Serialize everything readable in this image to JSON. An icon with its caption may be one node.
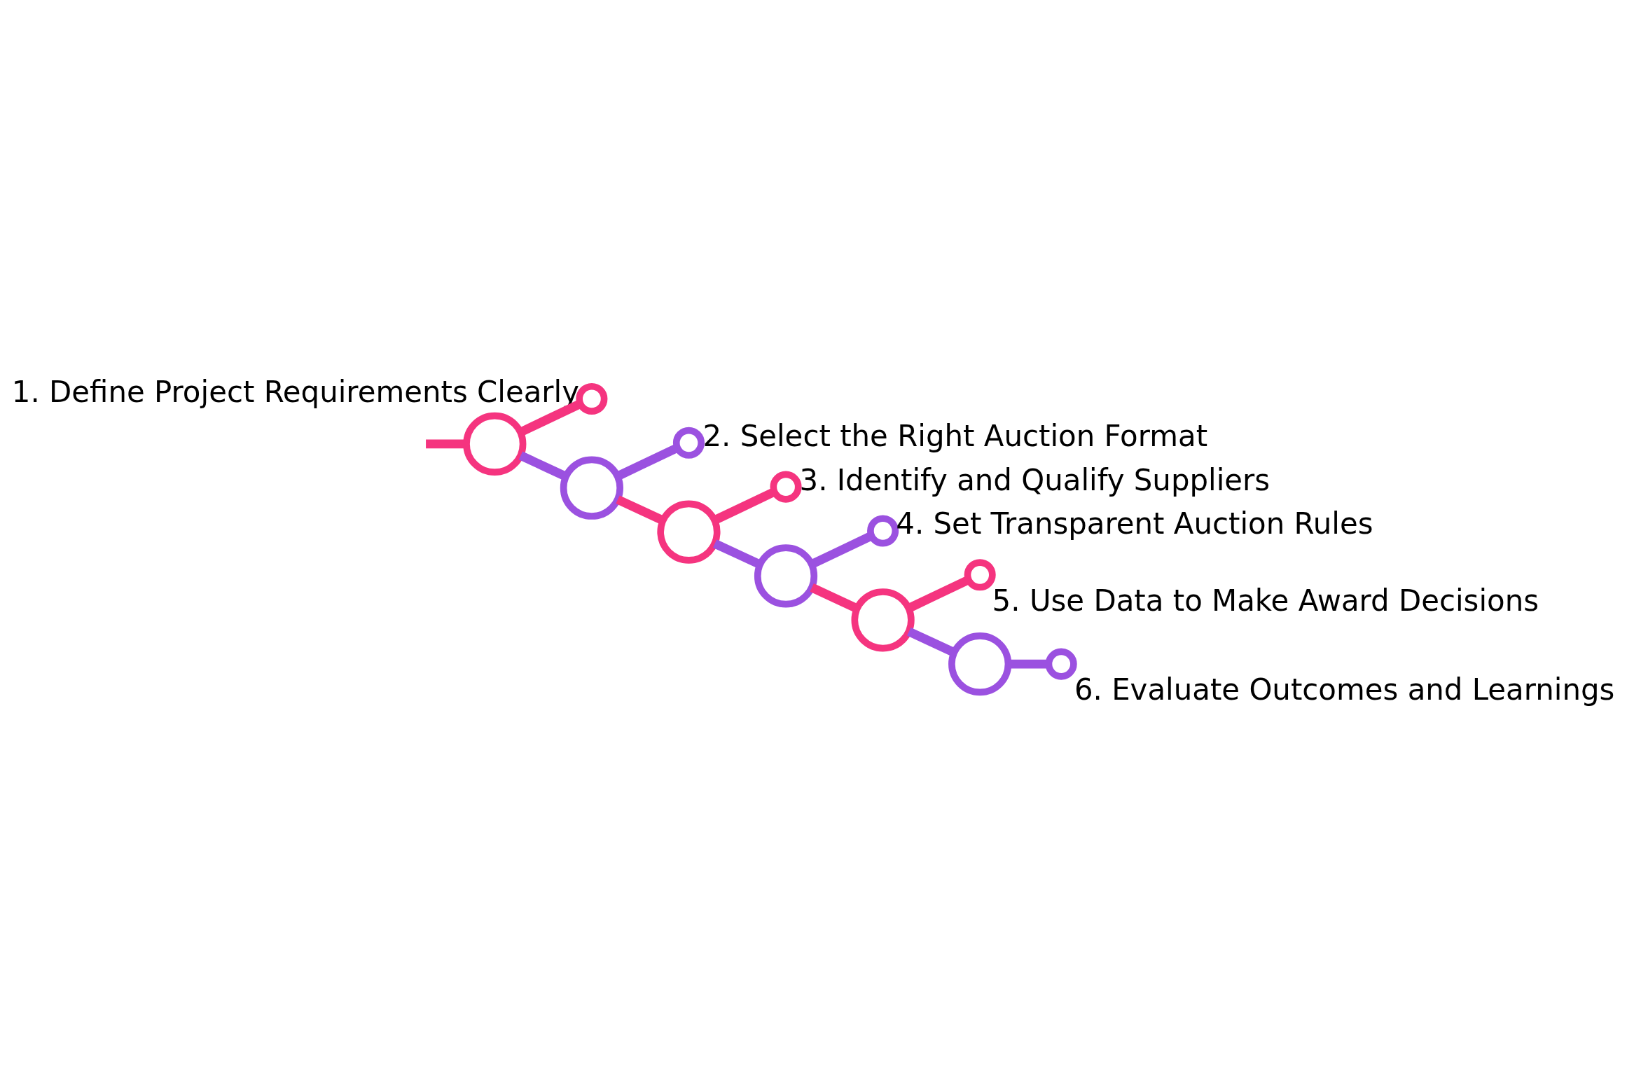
{
  "diagram": {
    "nodes": [
      {
        "text": [],
        "shape": "circle"
      },
      {
        "text": [],
        "shape": "circle",
        "beside": [
          "1. Define Project Requirements Clearly"
        ]
      },
      {
        "text": [],
        "shape": "circle"
      },
      {
        "text": [],
        "shape": "circle",
        "beside": [
          "2. Select the Right Auction Format"
        ]
      },
      {
        "text": [],
        "shape": "circle"
      },
      {
        "text": [],
        "shape": "circle",
        "beside": [
          "3. Identify and Qualify Suppliers"
        ]
      },
      {
        "text": [],
        "shape": "circle"
      },
      {
        "text": [],
        "shape": "circle",
        "beside": [
          "4. Set Transparent Auction Rules"
        ]
      },
      {
        "text": [],
        "shape": "circle"
      },
      {
        "text": [],
        "shape": "circle",
        "beside": [
          "5. Use Data to Make Award Decisions"
        ]
      },
      {
        "text": [],
        "shape": "circle"
      },
      {
        "text": [],
        "shape": "circle",
        "beside": [
          "6. Evaluate Outcomes and Learnings"
        ]
      }
    ],
    "edges": [
      {
        "from": null,
        "to": 0,
        "arrow": "none",
        "color": "#f5347f"
      },
      {
        "from": 0,
        "to": 1,
        "arrow": "none",
        "color": "#f5347f"
      },
      {
        "from": 0,
        "to": 2,
        "arrow": "none",
        "color": "#9b51e0"
      },
      {
        "from": 2,
        "to": 3,
        "arrow": "none",
        "color": "#9b51e0"
      },
      {
        "from": 2,
        "to": 4,
        "arrow": "none",
        "color": "#f5347f"
      },
      {
        "from": 4,
        "to": 5,
        "arrow": "none",
        "color": "#f5347f"
      },
      {
        "from": 4,
        "to": 6,
        "arrow": "none",
        "color": "#9b51e0"
      },
      {
        "from": 6,
        "to": 7,
        "arrow": "none",
        "color": "#9b51e0"
      },
      {
        "from": 6,
        "to": 8,
        "arrow": "none",
        "color": "#f5347f"
      },
      {
        "from": 8,
        "to": 9,
        "arrow": "none",
        "color": "#f5347f"
      },
      {
        "from": 8,
        "to": 10,
        "arrow": "none",
        "color": "#9b51e0"
      },
      {
        "from": 10,
        "to": 11,
        "arrow": "none",
        "color": "#9b51e0"
      }
    ]
  }
}
